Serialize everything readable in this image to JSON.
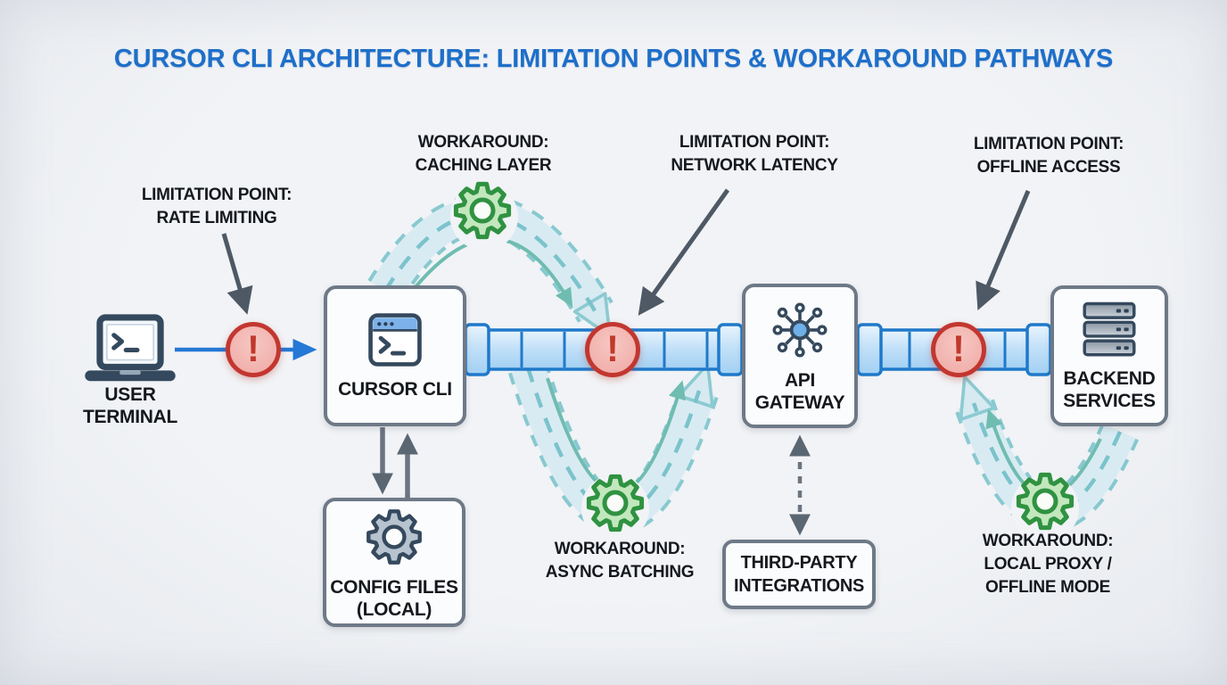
{
  "title": "CURSOR CLI ARCHITECTURE: LIMITATION POINTS & WORKAROUND PATHWAYS",
  "warning": {
    "glyph": "!"
  },
  "annotations": {
    "rate_limiting": {
      "line1": "LIMITATION POINT:",
      "line2": "RATE LIMITING"
    },
    "caching_layer": {
      "line1": "WORKAROUND:",
      "line2": "CACHING LAYER"
    },
    "network_latency": {
      "line1": "LIMITATION POINT:",
      "line2": "NETWORK LATENCY"
    },
    "offline_access": {
      "line1": "LIMITATION POINT:",
      "line2": "OFFLINE ACCESS"
    },
    "async_batching": {
      "line1": "WORKAROUND:",
      "line2": "ASYNC BATCHING"
    },
    "local_proxy": {
      "line1": "WORKAROUND:",
      "line2": "LOCAL PROXY /",
      "line3": "OFFLINE MODE"
    }
  },
  "nodes": {
    "user_terminal": {
      "line1": "USER",
      "line2": "TERMINAL",
      "icon": "laptop-terminal-icon"
    },
    "cursor_cli": {
      "line1": "CURSOR CLI",
      "icon": "terminal-window-icon"
    },
    "api_gateway": {
      "line1": "API",
      "line2": "GATEWAY",
      "icon": "network-hub-icon"
    },
    "backend_services": {
      "line1": "BACKEND",
      "line2": "SERVICES",
      "icon": "server-stack-icon"
    },
    "config_files": {
      "line1": "CONFIG FILES",
      "line2": "(LOCAL)",
      "icon": "gear-icon"
    },
    "third_party": {
      "line1": "THIRD-PARTY",
      "line2": "INTEGRATIONS"
    }
  },
  "colors": {
    "title_blue": "#1e6fc9",
    "limitation_red": "#c23730",
    "workaround_green": "#2f9241",
    "pipe_blue": "#1f79ca",
    "pathway_teal": "#74c0c8",
    "arrow_gray": "#5b6673"
  }
}
